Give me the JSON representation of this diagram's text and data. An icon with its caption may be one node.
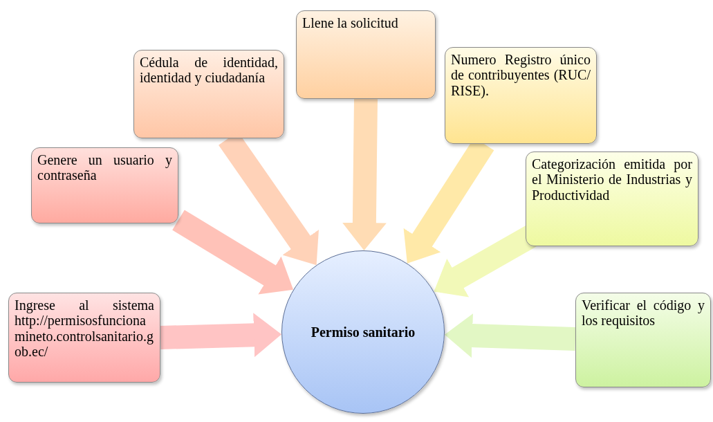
{
  "diagram": {
    "nodes": [
      {
        "text": [
          "Permiso sanitario"
        ]
      },
      {
        "text": [
          "Ingrese al sistema http://permisosfuncionamineto.controlsanitario.gob.ec/"
        ]
      },
      {
        "text": [
          "Genere un usuario y contraseña"
        ]
      },
      {
        "text": [
          "Cédula de identidad, identidad y ciudadanía"
        ]
      },
      {
        "text": [
          "Llene la solicitud"
        ]
      },
      {
        "text": [
          "Numero Registro único de contribuyentes (RUC/ RISE)."
        ]
      },
      {
        "text": [
          "Categorización emitida por el Ministerio de Industrias y Productividad"
        ]
      },
      {
        "text": [
          "Verificar el código y los requisitos"
        ]
      }
    ],
    "edges": [
      {
        "from": 1,
        "to": 0,
        "arrow": "to",
        "color": "#ffc4c4"
      },
      {
        "from": 2,
        "to": 0,
        "arrow": "to",
        "color": "#ffc2b8"
      },
      {
        "from": 3,
        "to": 0,
        "arrow": "to",
        "color": "#ffd2b8"
      },
      {
        "from": 4,
        "to": 0,
        "arrow": "to",
        "color": "#ffdcb4"
      },
      {
        "from": 5,
        "to": 0,
        "arrow": "to",
        "color": "#ffe9a8"
      },
      {
        "from": 6,
        "to": 0,
        "arrow": "to",
        "color": "#f2f9b8"
      },
      {
        "from": 7,
        "to": 0,
        "arrow": "to",
        "color": "#e2f7c4"
      }
    ]
  }
}
